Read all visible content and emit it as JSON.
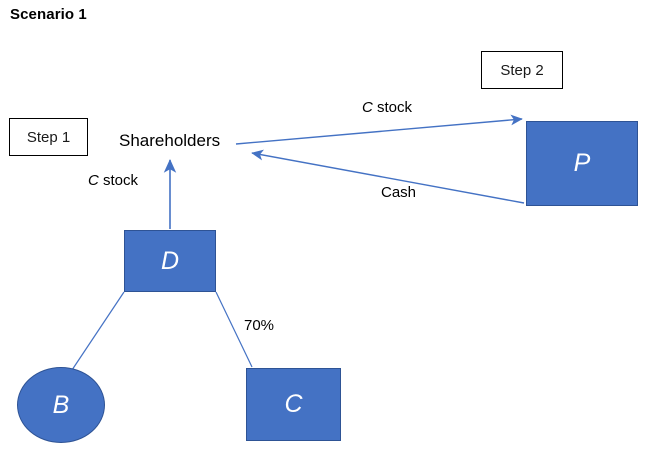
{
  "diagram": {
    "title": "Scenario 1",
    "accent_color": "#4472C4",
    "accent_border_color": "#2E5395",
    "line_color": "#4472C4",
    "text_color": "#000000",
    "node_text_color": "#FFFFFF",
    "step_badges": [
      {
        "id": "step1",
        "label": "Step 1"
      },
      {
        "id": "step2",
        "label": "Step 2"
      }
    ],
    "nodes": [
      {
        "id": "shareholders",
        "label": "Shareholders",
        "shape": "text"
      },
      {
        "id": "d",
        "label": "D",
        "shape": "rectangle"
      },
      {
        "id": "b",
        "label": "B",
        "shape": "ellipse"
      },
      {
        "id": "c",
        "label": "C",
        "shape": "rectangle"
      },
      {
        "id": "p",
        "label": "P",
        "shape": "rectangle"
      }
    ],
    "edges": [
      {
        "id": "d-to-shareholders",
        "from": "d",
        "to": "shareholders",
        "label_italic": "C",
        "label_rest": " stock",
        "arrow": "single"
      },
      {
        "id": "shareholders-to-p",
        "from": "shareholders",
        "to": "p",
        "label_italic": "C",
        "label_rest": " stock",
        "arrow": "single"
      },
      {
        "id": "p-to-shareholders",
        "from": "p",
        "to": "shareholders",
        "label_italic": "",
        "label_rest": "Cash",
        "arrow": "single"
      },
      {
        "id": "d-to-b",
        "from": "d",
        "to": "b",
        "label_italic": "",
        "label_rest": "",
        "arrow": "none"
      },
      {
        "id": "d-to-c",
        "from": "d",
        "to": "c",
        "label_italic": "",
        "label_rest": "70%",
        "arrow": "none"
      }
    ],
    "labels": {
      "shareholders": "Shareholders",
      "cstock_left_italic": "C",
      "cstock_left_rest": " stock",
      "cstock_top_italic": "C",
      "cstock_top_rest": " stock",
      "cash": "Cash",
      "ownership_percent": "70%"
    }
  }
}
